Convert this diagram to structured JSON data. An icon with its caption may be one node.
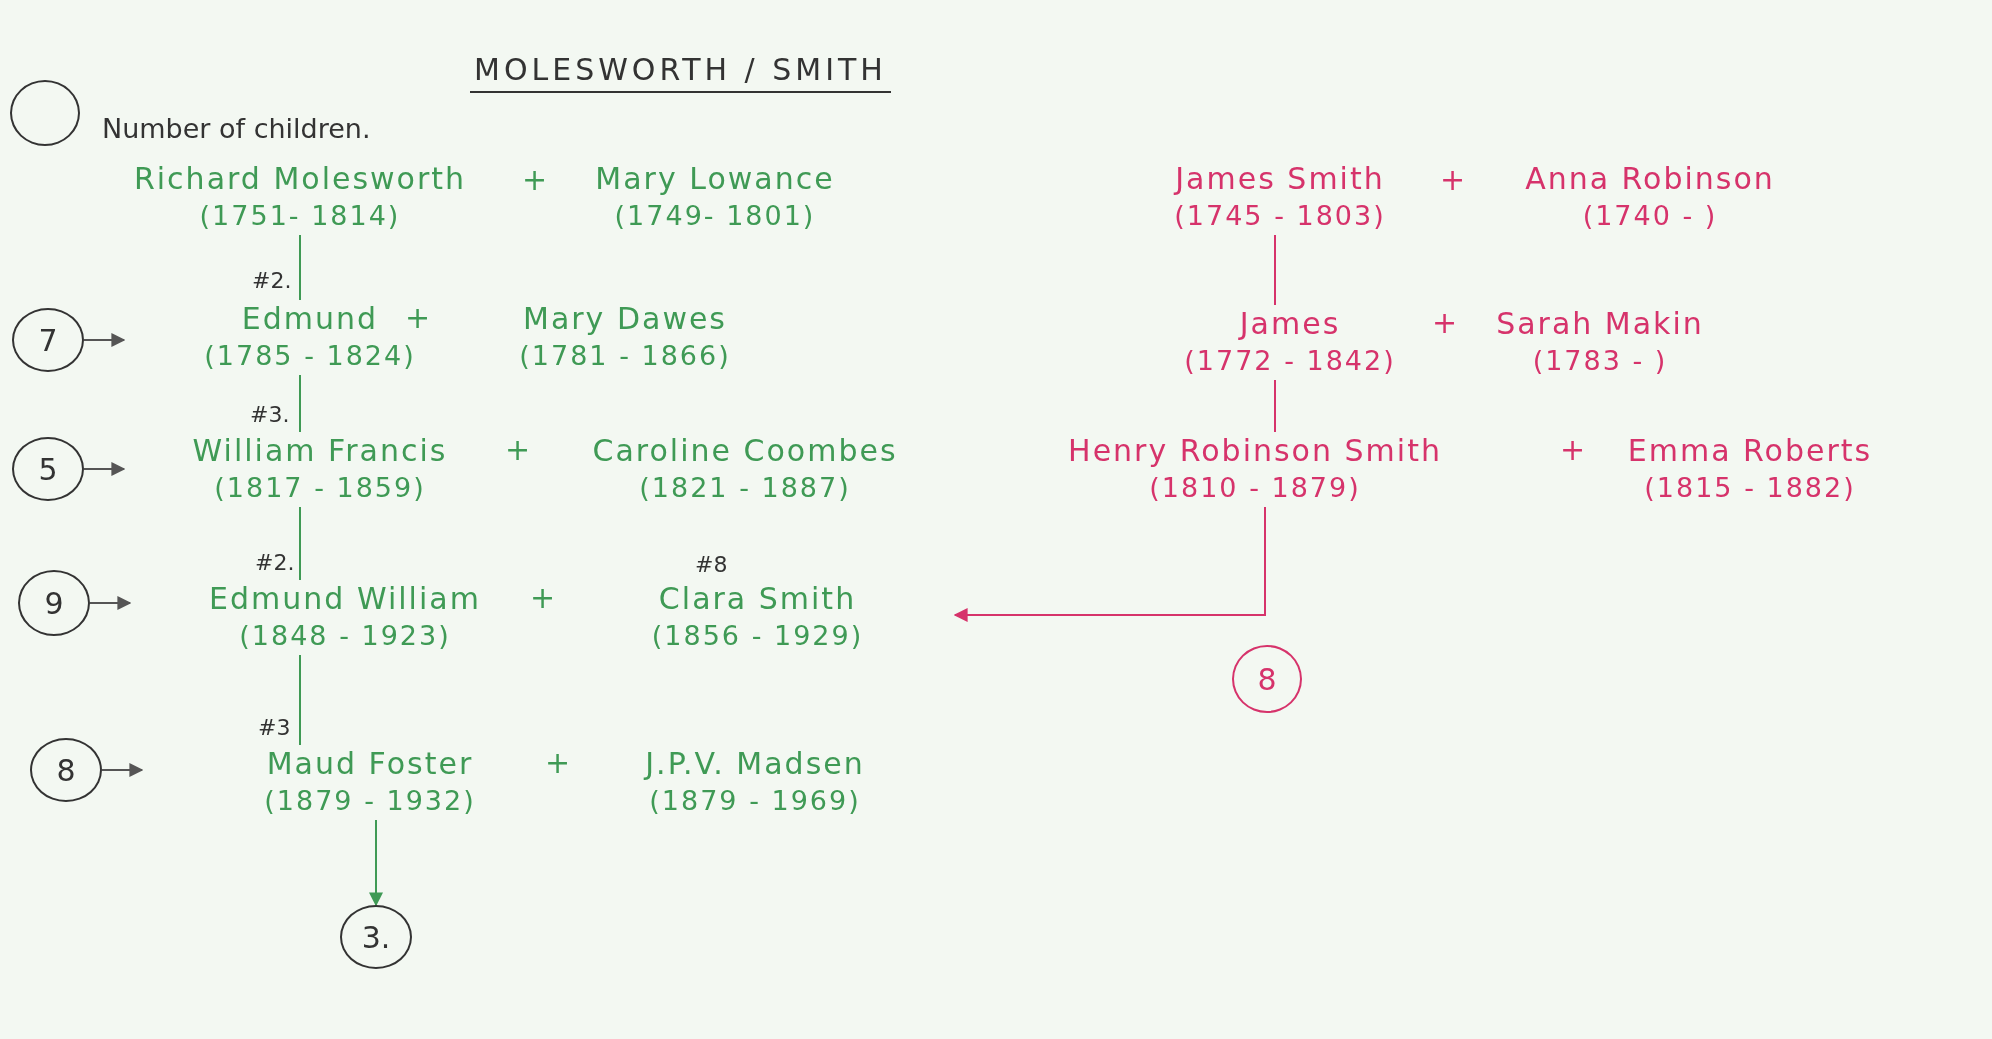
{
  "diagram": {
    "title": "MOLESWORTH / SMITH",
    "nodes": [
      {
        "text": [
          "Richard Molesworth",
          "(1751- 1814)"
        ]
      },
      {
        "text": [
          "Mary Lowance",
          "(1749- 1801)"
        ]
      },
      {
        "text": [
          "Edmund",
          "(1785 - 1824)"
        ],
        "beside": [
          "#2."
        ]
      },
      {
        "text": [
          "Mary Dawes",
          "(1781 - 1866)"
        ]
      },
      {
        "text": [
          "William Francis",
          "(1817 - 1859)"
        ],
        "beside": [
          "#3."
        ]
      },
      {
        "text": [
          "Caroline Coombes",
          "(1821 - 1887)"
        ]
      },
      {
        "text": [
          "Edmund William",
          "(1848 - 1923)"
        ],
        "beside": [
          "#2."
        ]
      },
      {
        "text": [
          "Clara Smith",
          "(1856 - 1929)"
        ],
        "beside": [
          "#8"
        ]
      },
      {
        "text": [
          "Maud Foster",
          "(1879 - 1932)"
        ],
        "beside": [
          "#3"
        ]
      },
      {
        "text": [
          "J.P.V. Madsen",
          "(1879 - 1969)"
        ]
      },
      {
        "text": [
          "7"
        ]
      },
      {
        "text": [
          "5"
        ]
      },
      {
        "text": [
          "9"
        ]
      },
      {
        "text": [
          "8"
        ]
      },
      {
        "text": [
          "3."
        ]
      },
      {
        "text": [
          "James Smith",
          "(1745 - 1803)"
        ]
      },
      {
        "text": [
          "Anna Robinson",
          "(1740 -   )"
        ]
      },
      {
        "text": [
          "James",
          "(1772 - 1842)"
        ]
      },
      {
        "text": [
          "Sarah Makin",
          "(1783 - )"
        ]
      },
      {
        "text": [
          "Henry Robinson Smith",
          "(1810 - 1879)"
        ]
      },
      {
        "text": [
          "Emma Roberts",
          "(1815 - 1882)"
        ]
      },
      {
        "text": [
          "8"
        ]
      }
    ],
    "edges": [
      {
        "from": 0,
        "to": 2,
        "arrow": "none"
      },
      {
        "from": 2,
        "to": 4,
        "arrow": "none"
      },
      {
        "from": 4,
        "to": 6,
        "arrow": "none"
      },
      {
        "from": 6,
        "to": 8,
        "arrow": "none"
      },
      {
        "from": 8,
        "to": 14,
        "arrow": "to"
      },
      {
        "from": 10,
        "to": null,
        "arrow": "to",
        "color": "#555555"
      },
      {
        "from": 11,
        "to": null,
        "arrow": "to",
        "color": "#555555"
      },
      {
        "from": 12,
        "to": null,
        "arrow": "to",
        "color": "#555555"
      },
      {
        "from": 13,
        "to": null,
        "arrow": "to",
        "color": "#555555"
      },
      {
        "from": 15,
        "to": 17,
        "arrow": "none",
        "color": "#d6336b"
      },
      {
        "from": 17,
        "to": 19,
        "arrow": "none",
        "color": "#d6336b"
      },
      {
        "from": 19,
        "to": 7,
        "arrow": "to",
        "color": "#d6336b"
      }
    ],
    "labels": [
      "+",
      "+",
      "+",
      "+",
      "+",
      "+",
      "+",
      "+"
    ],
    "legend": [
      {
        "text": "Number of children."
      }
    ]
  }
}
